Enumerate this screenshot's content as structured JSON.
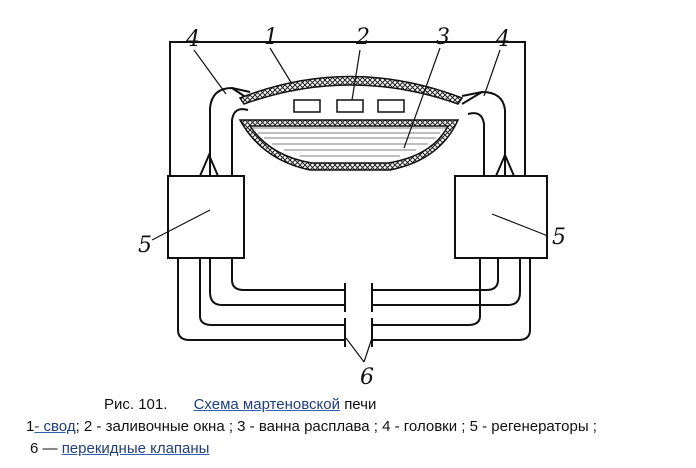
{
  "figure": {
    "labels": {
      "l1": "1",
      "l2": "2",
      "l3": "3",
      "l4_left": "4",
      "l4_right": "4",
      "l5_left": "5",
      "l5_right": "5",
      "l6": "6"
    }
  },
  "caption": {
    "fig_number": "Рис. 101.",
    "title": "Схема  мартеновской",
    "title_rest": "печи",
    "line2_prefix": "1",
    "line2_link": "- свод",
    "line2_rest": ";  2 - заливочные  окна ;  3 - ванна  расплава ;  4 - головки ; 5 - регенераторы ;",
    "line3_prefix": "6 —",
    "line3_link": "перекидные  клапаны"
  }
}
